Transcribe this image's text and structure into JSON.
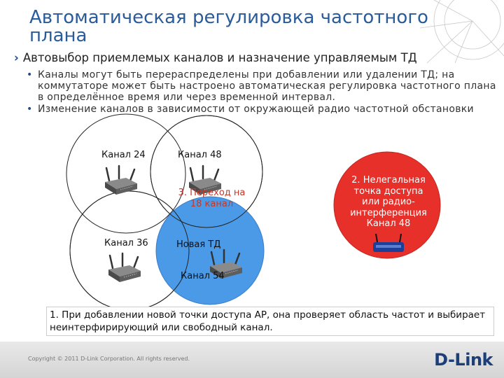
{
  "title": "Автоматическая регулировка частотного\nплана",
  "subtitle": "Автовыбор приемлемых каналов и назначение управляемым ТД",
  "bullets": [
    "Каналы могут быть перераспределены при добавлении или удалении ТД; на коммутаторе может быть настроено автоматическая регулировка частотного плана в определённое время или через временной интервал.",
    "Изменение каналов в зависимости от окружающей радио частотной обстановки"
  ],
  "diagram": {
    "channel_24": "Канал 24",
    "channel_48": "Канал 48",
    "channel_36": "Канал 36",
    "new_ap": "Новая ТД",
    "channel_54": "Канал 54",
    "step3": "3. Переход на\n18 канал",
    "interference": "2. Нелегальная\nточка доступа\nили радио-\nинтерференция\nКанал 48",
    "blue_fill": "#4a9ae8",
    "red_fill": "#e8302a"
  },
  "note": "1. При добавлении новой точки доступа АР, она проверяет область частот и выбирает неинтерфирирующий или свободный канал.",
  "footer": {
    "copyright": "Copyright © 2011 D-Link Corporation. All rights reserved.",
    "logo": "D-Link"
  }
}
